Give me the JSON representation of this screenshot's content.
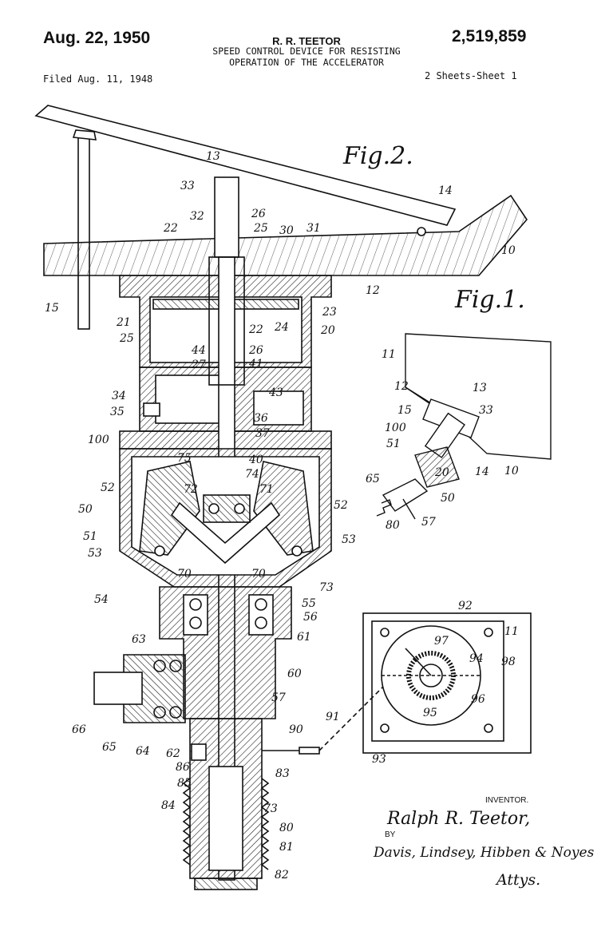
{
  "header": {
    "date": "Aug. 22, 1950",
    "inventor_header": "R. R. TEETOR",
    "title_line1": "SPEED CONTROL DEVICE FOR RESISTING",
    "title_line2": "OPERATION OF THE ACCELERATOR",
    "patent_number": "2,519,859",
    "filed": "Filed Aug. 11, 1948",
    "sheets": "2 Sheets-Sheet 1"
  },
  "figures": {
    "fig2_label": "Fig.2.",
    "fig1_label": "Fig.1."
  },
  "signature": {
    "inventor_caption": "INVENTOR.",
    "inventor_name": "Ralph R. Teetor,",
    "by": "BY",
    "attorneys": "Davis, Lindsey, Hibben & Noyes",
    "attys": "Attys."
  },
  "fig2_labels": [
    {
      "text": "13"
    },
    {
      "text": "33"
    },
    {
      "text": "26"
    },
    {
      "text": "25"
    },
    {
      "text": "30"
    },
    {
      "text": "31"
    },
    {
      "text": "14"
    },
    {
      "text": "10"
    },
    {
      "text": "22"
    },
    {
      "text": "32"
    },
    {
      "text": "12"
    },
    {
      "text": "15"
    },
    {
      "text": "21"
    },
    {
      "text": "25"
    },
    {
      "text": "22"
    },
    {
      "text": "24"
    },
    {
      "text": "23"
    },
    {
      "text": "20"
    },
    {
      "text": "44"
    },
    {
      "text": "26"
    },
    {
      "text": "27"
    },
    {
      "text": "41"
    },
    {
      "text": "34"
    },
    {
      "text": "43"
    },
    {
      "text": "35"
    },
    {
      "text": "36"
    },
    {
      "text": "37"
    },
    {
      "text": "100"
    },
    {
      "text": "75"
    },
    {
      "text": "40"
    },
    {
      "text": "74"
    },
    {
      "text": "52"
    },
    {
      "text": "72"
    },
    {
      "text": "71"
    },
    {
      "text": "52"
    },
    {
      "text": "50"
    },
    {
      "text": "51"
    },
    {
      "text": "53"
    },
    {
      "text": "53"
    },
    {
      "text": "70"
    },
    {
      "text": "70"
    },
    {
      "text": "54"
    },
    {
      "text": "73"
    },
    {
      "text": "55"
    },
    {
      "text": "56"
    },
    {
      "text": "63"
    },
    {
      "text": "61"
    },
    {
      "text": "60"
    },
    {
      "text": "57"
    },
    {
      "text": "66"
    },
    {
      "text": "65"
    },
    {
      "text": "64"
    },
    {
      "text": "62"
    },
    {
      "text": "86"
    },
    {
      "text": "85"
    },
    {
      "text": "83"
    },
    {
      "text": "84"
    },
    {
      "text": "73"
    },
    {
      "text": "80"
    },
    {
      "text": "81"
    },
    {
      "text": "82"
    },
    {
      "text": "90"
    },
    {
      "text": "91"
    }
  ],
  "fig1_labels": [
    {
      "text": "11"
    },
    {
      "text": "12"
    },
    {
      "text": "13"
    },
    {
      "text": "15"
    },
    {
      "text": "33"
    },
    {
      "text": "100"
    },
    {
      "text": "51"
    },
    {
      "text": "20"
    },
    {
      "text": "14"
    },
    {
      "text": "10"
    },
    {
      "text": "65"
    },
    {
      "text": "50"
    },
    {
      "text": "80"
    },
    {
      "text": "57"
    }
  ],
  "fig3_labels": [
    {
      "text": "92"
    },
    {
      "text": "11"
    },
    {
      "text": "97"
    },
    {
      "text": "94"
    },
    {
      "text": "98"
    },
    {
      "text": "96"
    },
    {
      "text": "95"
    },
    {
      "text": "93"
    }
  ]
}
